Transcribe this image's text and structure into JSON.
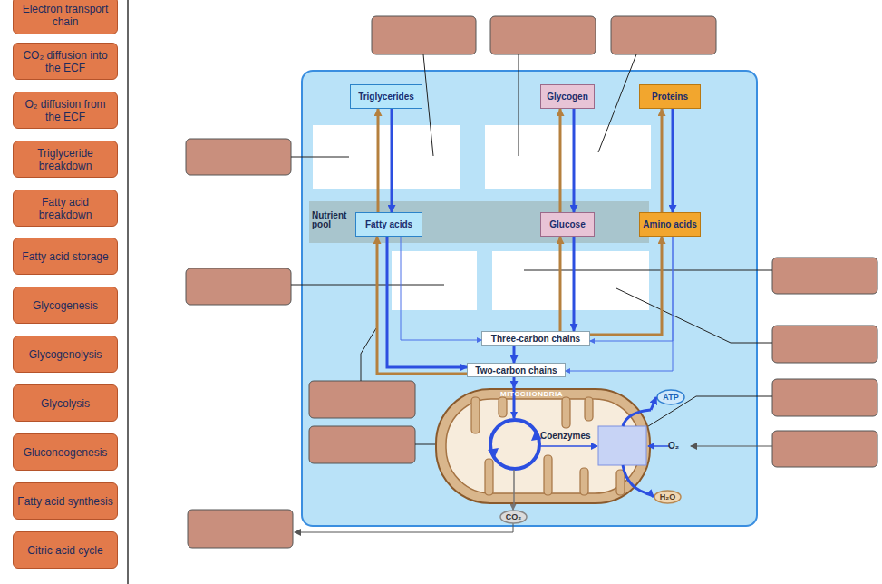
{
  "diagram": {
    "nodes": [
      {
        "text": [
          "Electron transport chain"
        ]
      },
      {
        "text": [
          "CO₂ diffusion into the ECF"
        ]
      },
      {
        "text": [
          "O₂ diffusion from the ECF"
        ]
      },
      {
        "text": [
          "Triglyceride breakdown"
        ]
      },
      {
        "text": [
          "Fatty acid breakdown"
        ]
      },
      {
        "text": [
          "Fatty acid storage"
        ]
      },
      {
        "text": [
          "Glycogenesis"
        ]
      },
      {
        "text": [
          "Glycogenolysis"
        ]
      },
      {
        "text": [
          "Glycolysis"
        ]
      },
      {
        "text": [
          "Gluconeogenesis"
        ]
      },
      {
        "text": [
          "Fatty acid synthesis"
        ]
      },
      {
        "text": [
          "Citric acid cycle"
        ]
      },
      {
        "text": [
          "Triglycerides"
        ]
      },
      {
        "text": [
          "Glycogen"
        ]
      },
      {
        "text": [
          "Proteins"
        ]
      },
      {
        "text": [
          "Nutrient pool"
        ]
      },
      {
        "text": [
          "Fatty acids"
        ],
        "in": 15
      },
      {
        "text": [
          "Glucose"
        ],
        "in": 15
      },
      {
        "text": [
          "Amino acids"
        ],
        "in": 15
      },
      {
        "text": [
          "Three-carbon chains"
        ]
      },
      {
        "text": [
          "Two-carbon chains"
        ]
      },
      {
        "text": [
          "MITOCHONDRIA",
          "Coenzymes"
        ]
      },
      {
        "text": [
          "ATP"
        ]
      },
      {
        "text": [
          "H₂O"
        ]
      },
      {
        "text": [
          "CO₂"
        ]
      }
    ],
    "edges": [
      {
        "from": 12,
        "to": 16,
        "arrow": "to"
      },
      {
        "from": 16,
        "to": 12,
        "arrow": "to"
      },
      {
        "from": 13,
        "to": 17,
        "arrow": "to"
      },
      {
        "from": 17,
        "to": 13,
        "arrow": "to"
      },
      {
        "from": 14,
        "to": 18,
        "arrow": "to"
      },
      {
        "from": 18,
        "to": 14,
        "arrow": "to"
      },
      {
        "from": 16,
        "to": 20,
        "arrow": "to"
      },
      {
        "from": 16,
        "to": 19,
        "arrow": "to"
      },
      {
        "from": 17,
        "to": 19,
        "arrow": "to"
      },
      {
        "from": 19,
        "to": 17,
        "arrow": "to"
      },
      {
        "from": 18,
        "to": 19,
        "arrow": "to"
      },
      {
        "from": 18,
        "to": 20,
        "arrow": "to"
      },
      {
        "from": 19,
        "to": 18,
        "arrow": "to"
      },
      {
        "from": 19,
        "to": 20,
        "arrow": "to"
      },
      {
        "from": 20,
        "to": 16,
        "arrow": "to"
      },
      {
        "from": 20,
        "to": 21,
        "arrow": "to"
      },
      {
        "from": 21,
        "to": 24,
        "arrow": "to"
      },
      {
        "from": 21,
        "to": 22,
        "arrow": "to"
      },
      {
        "from": 21,
        "to": 23,
        "arrow": "to"
      }
    ],
    "labels": [
      "O₂"
    ]
  }
}
